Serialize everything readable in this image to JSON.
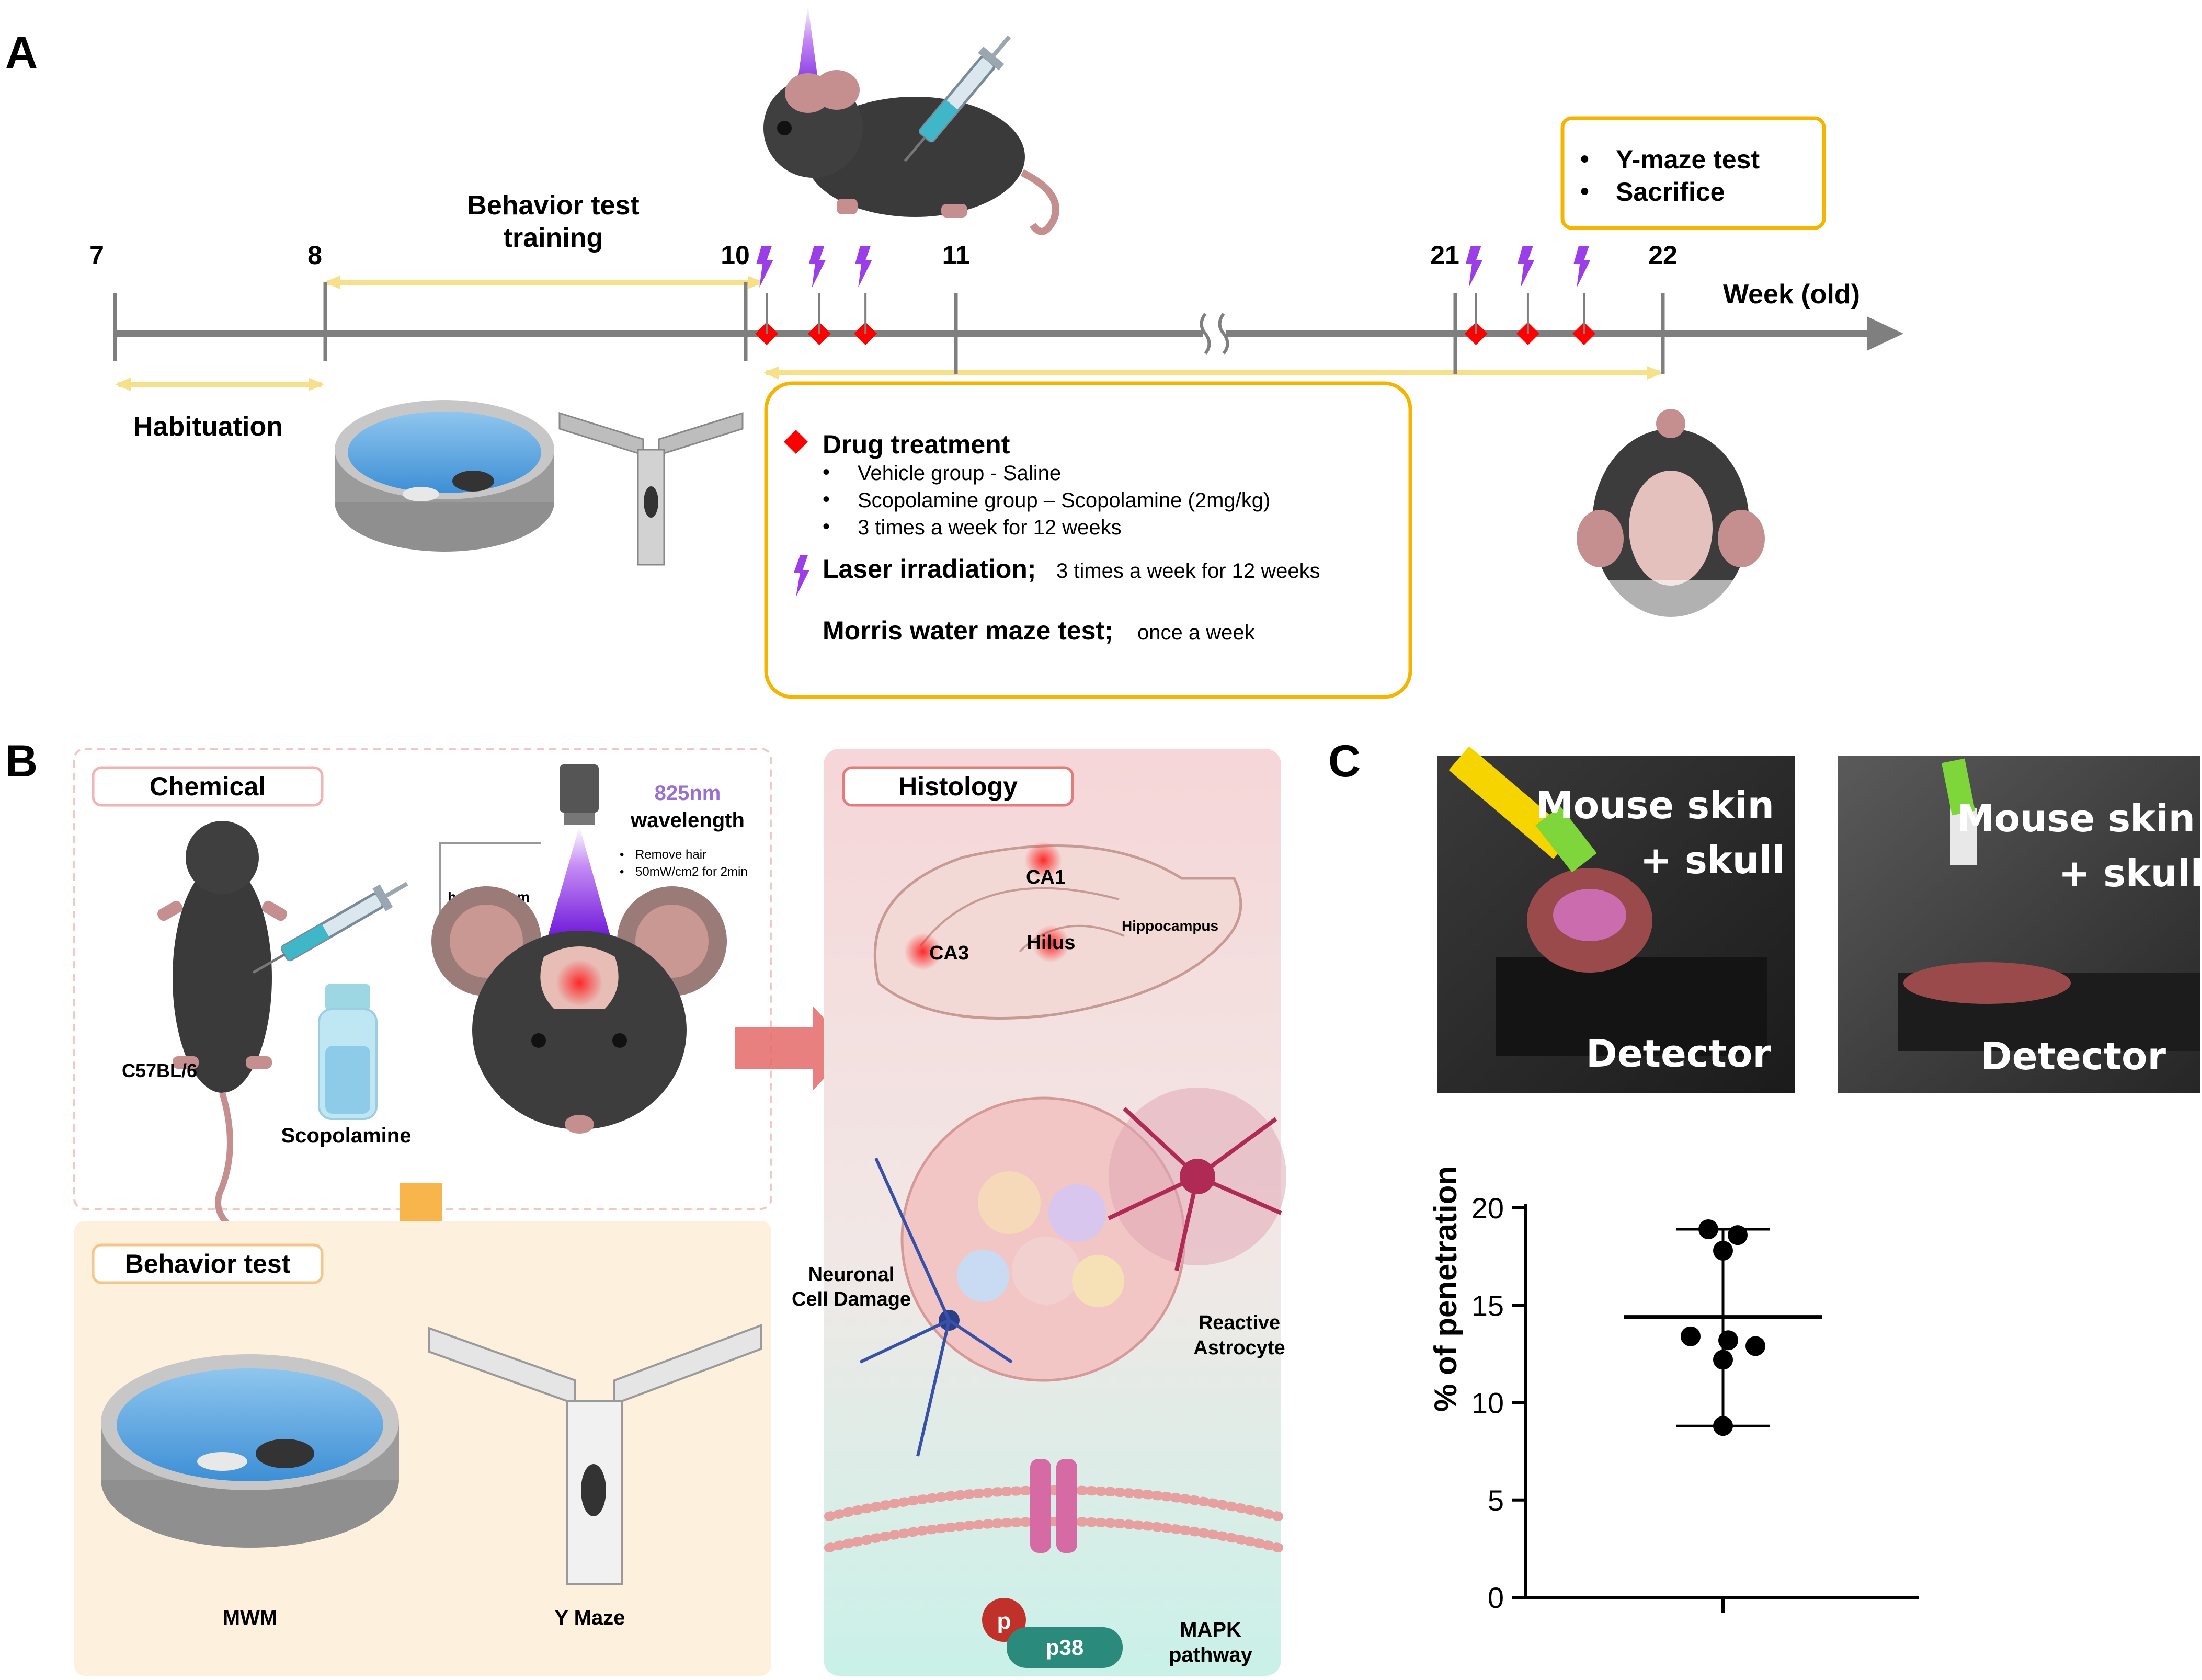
{
  "panels": {
    "a": "A",
    "b": "B",
    "c": "C"
  },
  "panelA": {
    "ticks": [
      {
        "label": "7",
        "week": 7
      },
      {
        "label": "8",
        "week": 8
      },
      {
        "label": "10",
        "week": 10
      },
      {
        "label": "11",
        "week": 11
      },
      {
        "label": "21",
        "week": 21
      },
      {
        "label": "22",
        "week": 22
      }
    ],
    "axis_label": "Week (old)",
    "behavior_training": [
      "Behavior test",
      "training"
    ],
    "habituation": "Habituation",
    "endpoint_items": [
      "Y-maze test",
      "Sacrifice"
    ],
    "treatment_box": {
      "drug_title": "Drug treatment",
      "drug_items": [
        "Vehicle group - Saline",
        "Scopolamine group – Scopolamine (2mg/kg)",
        "3 times a week for 12 weeks"
      ],
      "laser_title": "Laser irradiation;",
      "laser_detail": "3 times a week for 12 weeks",
      "mwm_title": "Morris water maze test;",
      "mwm_detail": "once a week"
    },
    "colors": {
      "axis": "#7f7f7f",
      "drug": "#ff0000",
      "laser": "#9b3ee8",
      "accent": "#f5b400",
      "range": "#f7e08a"
    }
  },
  "panelB": {
    "chemical": "Chemical",
    "strain": "C57BL/6",
    "drug": "Scopolamine",
    "wavelength_nm": "825nm",
    "wavelength_word": "wavelength",
    "laser_notes": [
      "Remove hair",
      "50mW/cm2 for 2min"
    ],
    "height": "height: 2cm",
    "behavior_test": "Behavior test",
    "mwm": "MWM",
    "ymaze": "Y Maze",
    "histology": "Histology",
    "regions": [
      "CA1",
      "CA3",
      "Hilus"
    ],
    "hippocampus": "Hippocampus",
    "neuronal": [
      "Neuronal",
      "Cell Damage"
    ],
    "astrocyte": [
      "Reactive",
      "Astrocyte"
    ],
    "p": "p",
    "p38": "p38",
    "mapk": [
      "MAPK",
      "pathway"
    ]
  },
  "panelC": {
    "photo1": {
      "label1": "Mouse skin",
      "label2": "+ skull",
      "bottom": "Detector"
    },
    "photo2": {
      "label1": "Mouse skin",
      "label2": "+ skull",
      "bottom": "Detector"
    },
    "chart_data": {
      "type": "scatter",
      "ylabel": "% of penetration",
      "xlabel": "",
      "ylim": [
        0,
        20
      ],
      "yticks": [
        0,
        5,
        10,
        15,
        20
      ],
      "points": [
        18.9,
        18.6,
        17.8,
        13.4,
        13.2,
        12.9,
        12.2,
        8.8
      ],
      "mean": 14.4,
      "range": [
        8.8,
        18.9
      ],
      "grid": false
    }
  }
}
